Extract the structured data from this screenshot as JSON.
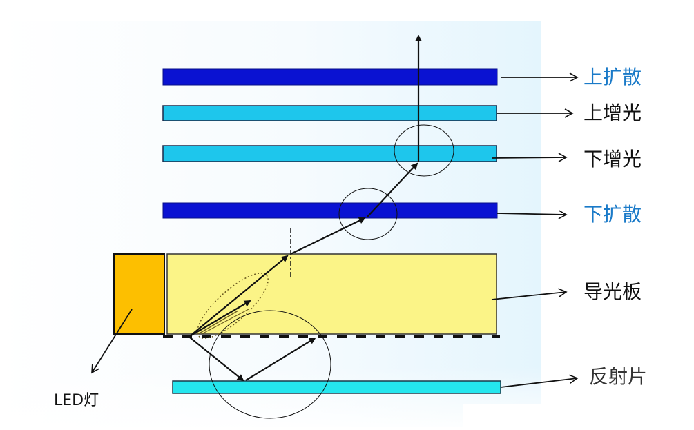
{
  "diagram": {
    "type": "LED backlight module cross-section (light path)",
    "colors": {
      "diffuser": "#0a12d2",
      "brightness_film": "#1ec6ec",
      "light_guide_plate": "#fbf487",
      "led": "#fdbf00",
      "reflector": "#24e6ee",
      "label_blue": "#1a7ac8",
      "label_black": "#111111",
      "background_tint": "#e6f6fd"
    },
    "layers": [
      {
        "id": "upper-diffuser",
        "label": "上扩散",
        "label_color": "blue"
      },
      {
        "id": "upper-brightness-film",
        "label": "上增光",
        "label_color": "black"
      },
      {
        "id": "lower-brightness-film",
        "label": "下增光",
        "label_color": "black"
      },
      {
        "id": "lower-diffuser",
        "label": "下扩散",
        "label_color": "blue"
      },
      {
        "id": "light-guide-plate",
        "label": "导光板",
        "label_color": "black"
      },
      {
        "id": "reflector-sheet",
        "label": "反射片",
        "label_color": "gray"
      }
    ],
    "light_source": {
      "label": "LED灯"
    }
  }
}
